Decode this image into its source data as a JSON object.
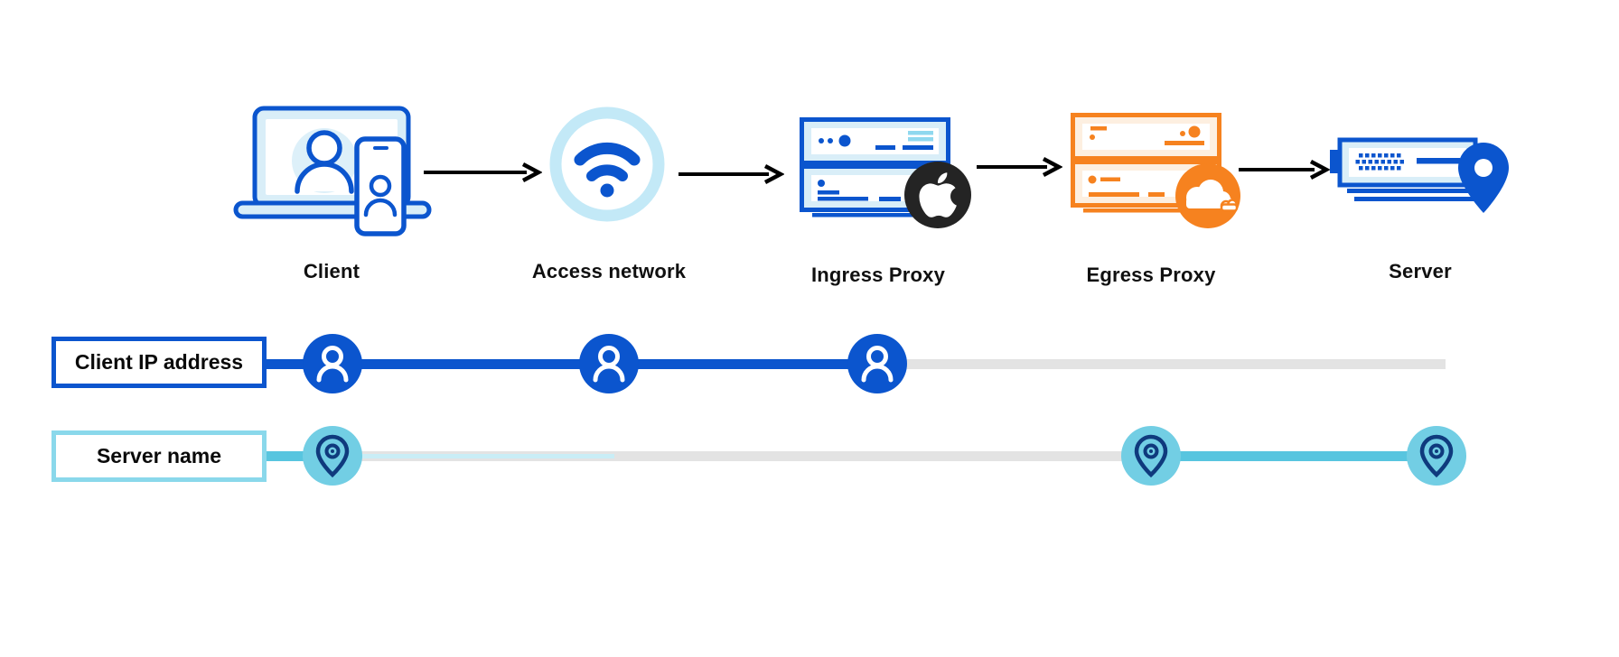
{
  "flow": {
    "nodes": [
      {
        "label": "Client",
        "icon": "laptop-phone-user-icon"
      },
      {
        "label": "Access network",
        "icon": "wifi-icon"
      },
      {
        "label": "Ingress Proxy",
        "icon": "server-stack-icon",
        "badge": "apple-logo-icon"
      },
      {
        "label": "Egress Proxy",
        "icon": "server-stack-icon",
        "badge": "cloudflare-logo-icon"
      },
      {
        "label": "Server",
        "icon": "server-with-pin-icon"
      }
    ],
    "connector": "black-arrow"
  },
  "lanes": [
    {
      "label": "Client IP address",
      "marker_icon": "person-icon",
      "markers_at": [
        "Client",
        "Access network",
        "Ingress Proxy"
      ],
      "visible_segment": [
        "Client",
        "Ingress Proxy"
      ],
      "line_color": "#0B55CE",
      "hidden_color": "#E3E3E3"
    },
    {
      "label": "Server name",
      "marker_icon": "location-pin-icon",
      "markers_at": [
        "Client",
        "Egress Proxy",
        "Server"
      ],
      "visible_segment": [
        "Egress Proxy",
        "Server"
      ],
      "line_color": "#58C5DF",
      "hidden_color": "#E3E3E3"
    }
  ],
  "colors": {
    "blue": "#0B55CE",
    "light_blue_fill": "#D9EEF8",
    "pale_ring": "#C3E9F7",
    "cyan_detail": "#8FD8EF",
    "teal_circle": "#72CEE4",
    "teal_line": "#58C5DF",
    "teal_border": "#8AD8EB",
    "navy_pin": "#0F3A7D",
    "gray_line": "#E3E3E3",
    "orange": "#F6821F",
    "light_orange_fill": "#FDEFE0",
    "apple_badge": "#242424",
    "arrow_black": "#000000"
  }
}
